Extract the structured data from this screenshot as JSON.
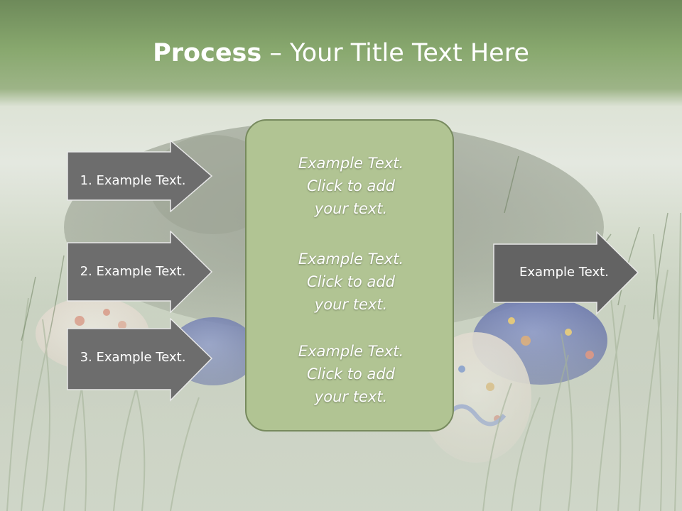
{
  "title": {
    "bold": "Process",
    "rest": " – Your Title Text Here"
  },
  "left_arrows": [
    {
      "label": "1. Example Text."
    },
    {
      "label": "2. Example Text."
    },
    {
      "label": "3. Example Text."
    }
  ],
  "center_box": {
    "blocks": [
      {
        "lines": [
          "Example Text.",
          "Click  to add",
          "your text."
        ]
      },
      {
        "lines": [
          "Example Text.",
          "Click  to add",
          "your text."
        ]
      },
      {
        "lines": [
          "Example Text.",
          "Click  to add",
          "your text."
        ]
      }
    ]
  },
  "right_arrow": {
    "label": "Example Text."
  },
  "colors": {
    "header_green": "#88a86e",
    "arrow_fill": "#6d6d6d",
    "box_fill": "#b1c493",
    "box_border": "#778a5e"
  }
}
